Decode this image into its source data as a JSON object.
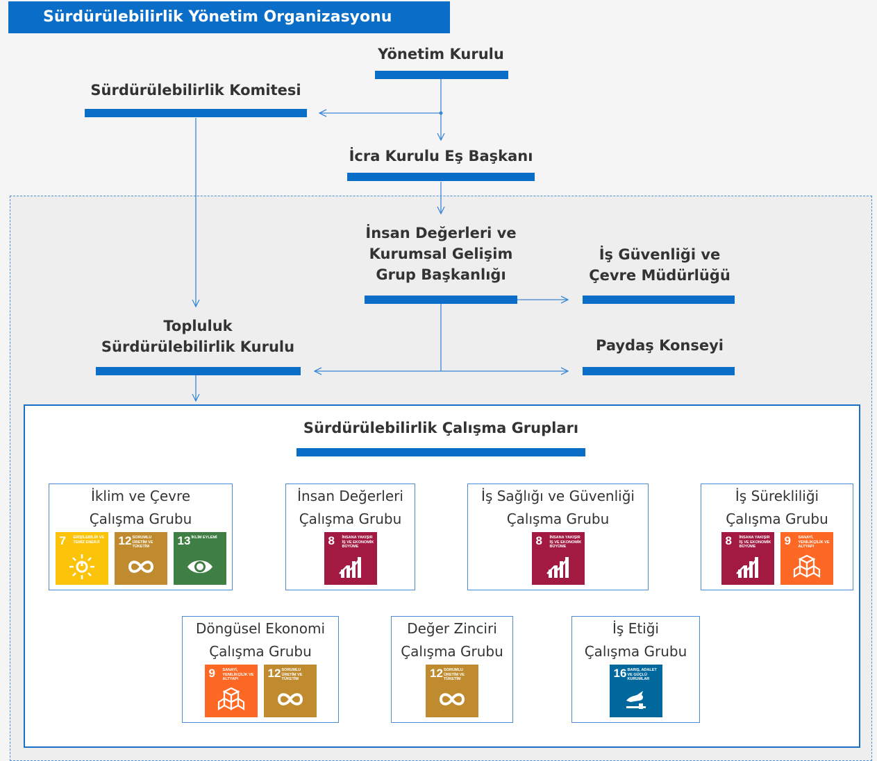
{
  "title": "Sürdürülebilirlik Yönetim Organizasyonu",
  "nodes": {
    "yonetim_kurulu": "Yönetim Kurulu",
    "komite": "Sürdürülebilirlik Komitesi",
    "icra": "İcra Kurulu Eş Başkanı",
    "insan_degerleri_line1": "İnsan Değerleri ve",
    "insan_degerleri_line2": "Kurumsal Gelişim",
    "insan_degerleri_line3": "Grup Başkanlığı",
    "is_guvenligi_line1": "İş Güvenliği ve",
    "is_guvenligi_line2": "Çevre Müdürlüğü",
    "topluluk_line1": "Topluluk",
    "topluluk_line2": "Sürdürülebilirlik Kurulu",
    "paydas": "Paydaş Konseyi",
    "calisma_gruplari": "Sürdürülebilirlik Çalışma Grupları"
  },
  "sdg_colors": {
    "7": "#fcc30b",
    "8": "#a21942",
    "9": "#fd6925",
    "12": "#bf8b2e",
    "13": "#3f7e44",
    "16": "#00689d"
  },
  "sdg_names": {
    "7": "ERİŞİLEBİLİR VE TEMİZ ENERJİ",
    "8": "İNSANA YAKIŞIR İŞ VE EKONOMİK BÜYÜME",
    "9": "SANAYİ, YENİLİKÇİLİK VE ALTYAPI",
    "12": "SORUMLU ÜRETİM VE TÜKETİM",
    "13": "İKLİM EYLEMİ",
    "16": "BARIŞ, ADALET VE GÜÇLÜ KURUMLAR"
  },
  "working_groups": [
    {
      "line1": "İklim ve Çevre",
      "line2": "Çalışma Grubu",
      "sdgs": [
        "7",
        "12",
        "13"
      ]
    },
    {
      "line1": "İnsan Değerleri",
      "line2": "Çalışma Grubu",
      "sdgs": [
        "8"
      ]
    },
    {
      "line1": "İş Sağlığı ve Güvenliği",
      "line2": "Çalışma Grubu",
      "sdgs": [
        "8"
      ]
    },
    {
      "line1": "İş Sürekliliği",
      "line2": "Çalışma Grubu",
      "sdgs": [
        "8",
        "9"
      ]
    },
    {
      "line1": "Döngüsel Ekonomi",
      "line2": "Çalışma Grubu",
      "sdgs": [
        "9",
        "12"
      ]
    },
    {
      "line1": "Değer Zinciri",
      "line2": "Çalışma Grubu",
      "sdgs": [
        "12"
      ]
    },
    {
      "line1": "İş Etiği",
      "line2": "Çalışma Grubu",
      "sdgs": [
        "16"
      ]
    }
  ]
}
